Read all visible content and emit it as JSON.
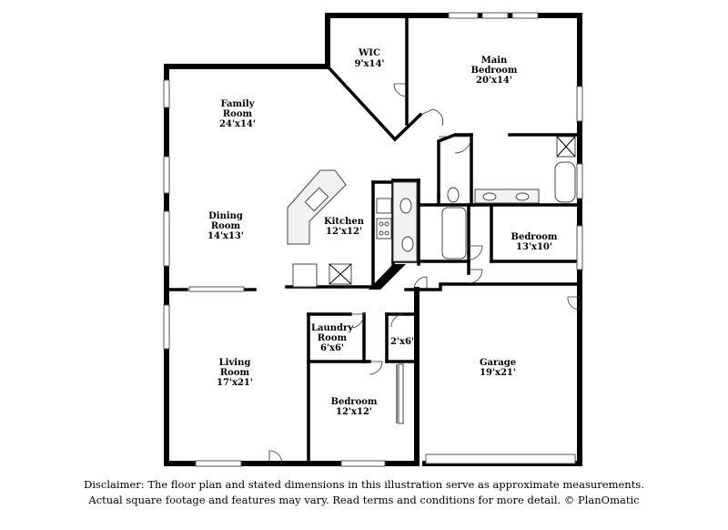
{
  "rooms": {
    "wic": {
      "name": "WIC",
      "dims": "9'x14'"
    },
    "main_bedroom": {
      "name1": "Main",
      "name2": "Bedroom",
      "dims": "20'x14'"
    },
    "family_room": {
      "name1": "Family",
      "name2": "Room",
      "dims": "24'x14'"
    },
    "dining_room": {
      "name1": "Dining",
      "name2": "Room",
      "dims": "14'x13'"
    },
    "kitchen": {
      "name": "Kitchen",
      "dims": "12'x12'"
    },
    "bedroom_east": {
      "name": "Bedroom",
      "dims": "13'x10'"
    },
    "laundry_room": {
      "name1": "Laundry",
      "name2": "Room",
      "dims": "6'x6'"
    },
    "closet": {
      "dims": "2'x6'"
    },
    "living_room": {
      "name1": "Living",
      "name2": "Room",
      "dims": "17'x21'"
    },
    "bedroom_south": {
      "name": "Bedroom",
      "dims": "12'x12'"
    },
    "garage": {
      "name": "Garage",
      "dims": "19'x21'"
    }
  },
  "disclaimer": {
    "line1": "Disclaimer: The floor plan and stated dimensions in this illustration serve as approximate measurements.",
    "line2": "Actual square footage and features may vary. Read terms and conditions for more detail. © PlanOmatic"
  }
}
